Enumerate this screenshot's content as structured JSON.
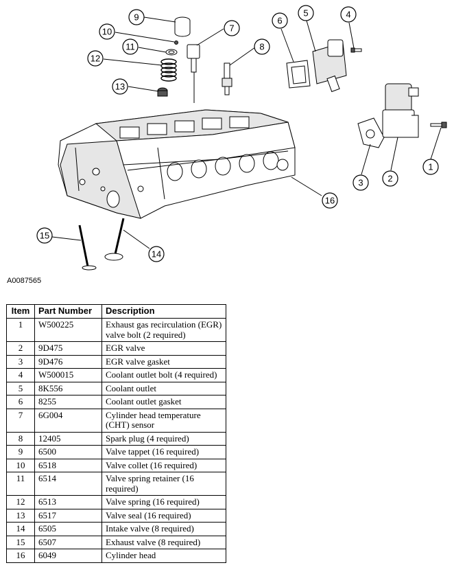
{
  "figure_id": "A0087565",
  "callouts": [
    "1",
    "2",
    "3",
    "4",
    "5",
    "6",
    "7",
    "8",
    "9",
    "10",
    "11",
    "12",
    "13",
    "14",
    "15",
    "16"
  ],
  "table": {
    "headers": [
      "Item",
      "Part Number",
      "Description"
    ],
    "rows": [
      [
        "1",
        "W500225",
        "Exhaust gas recirculation (EGR) valve bolt (2 required)"
      ],
      [
        "2",
        "9D475",
        "EGR valve"
      ],
      [
        "3",
        "9D476",
        "EGR valve gasket"
      ],
      [
        "4",
        "W500015",
        "Coolant outlet bolt (4 required)"
      ],
      [
        "5",
        "8K556",
        "Coolant outlet"
      ],
      [
        "6",
        "8255",
        "Coolant outlet gasket"
      ],
      [
        "7",
        "6G004",
        "Cylinder head temperature (CHT) sensor"
      ],
      [
        "8",
        "12405",
        "Spark plug (4 required)"
      ],
      [
        "9",
        "6500",
        "Valve tappet (16 required)"
      ],
      [
        "10",
        "6518",
        "Valve collet (16 required)"
      ],
      [
        "11",
        "6514",
        "Valve spring retainer (16 required)"
      ],
      [
        "12",
        "6513",
        "Valve spring (16 required)"
      ],
      [
        "13",
        "6517",
        "Valve seal (16 required)"
      ],
      [
        "14",
        "6505",
        "Intake valve (8 required)"
      ],
      [
        "15",
        "6507",
        "Exhaust valve (8 required)"
      ],
      [
        "16",
        "6049",
        "Cylinder head"
      ]
    ]
  }
}
